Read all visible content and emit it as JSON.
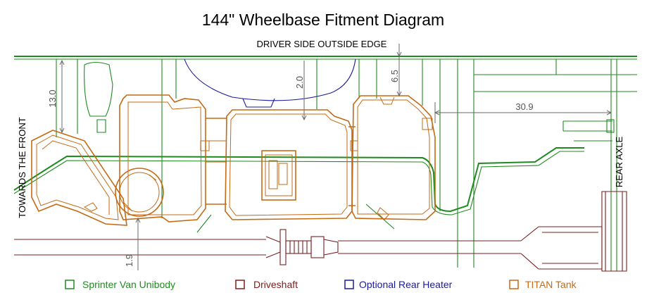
{
  "title": "144\" Wheelbase Fitment Diagram",
  "labels": {
    "driver_side": "DRIVER SIDE OUTSIDE EDGE",
    "front": "TOWARDS THE FRONT",
    "rear_axle": "REAR AXLE"
  },
  "dimensions": {
    "d13": "13.0",
    "d2": "2.0",
    "d65": "6.5",
    "d309": "30.9",
    "d19": "1.9"
  },
  "legend": [
    {
      "label": "Sprinter Van Unibody",
      "color": "#1f8a1f"
    },
    {
      "label": "Driveshaft",
      "color": "#7a1e1e"
    },
    {
      "label": "Optional Rear Heater",
      "color": "#1a1a9a"
    },
    {
      "label": "TITAN Tank",
      "color": "#c46a14"
    }
  ]
}
